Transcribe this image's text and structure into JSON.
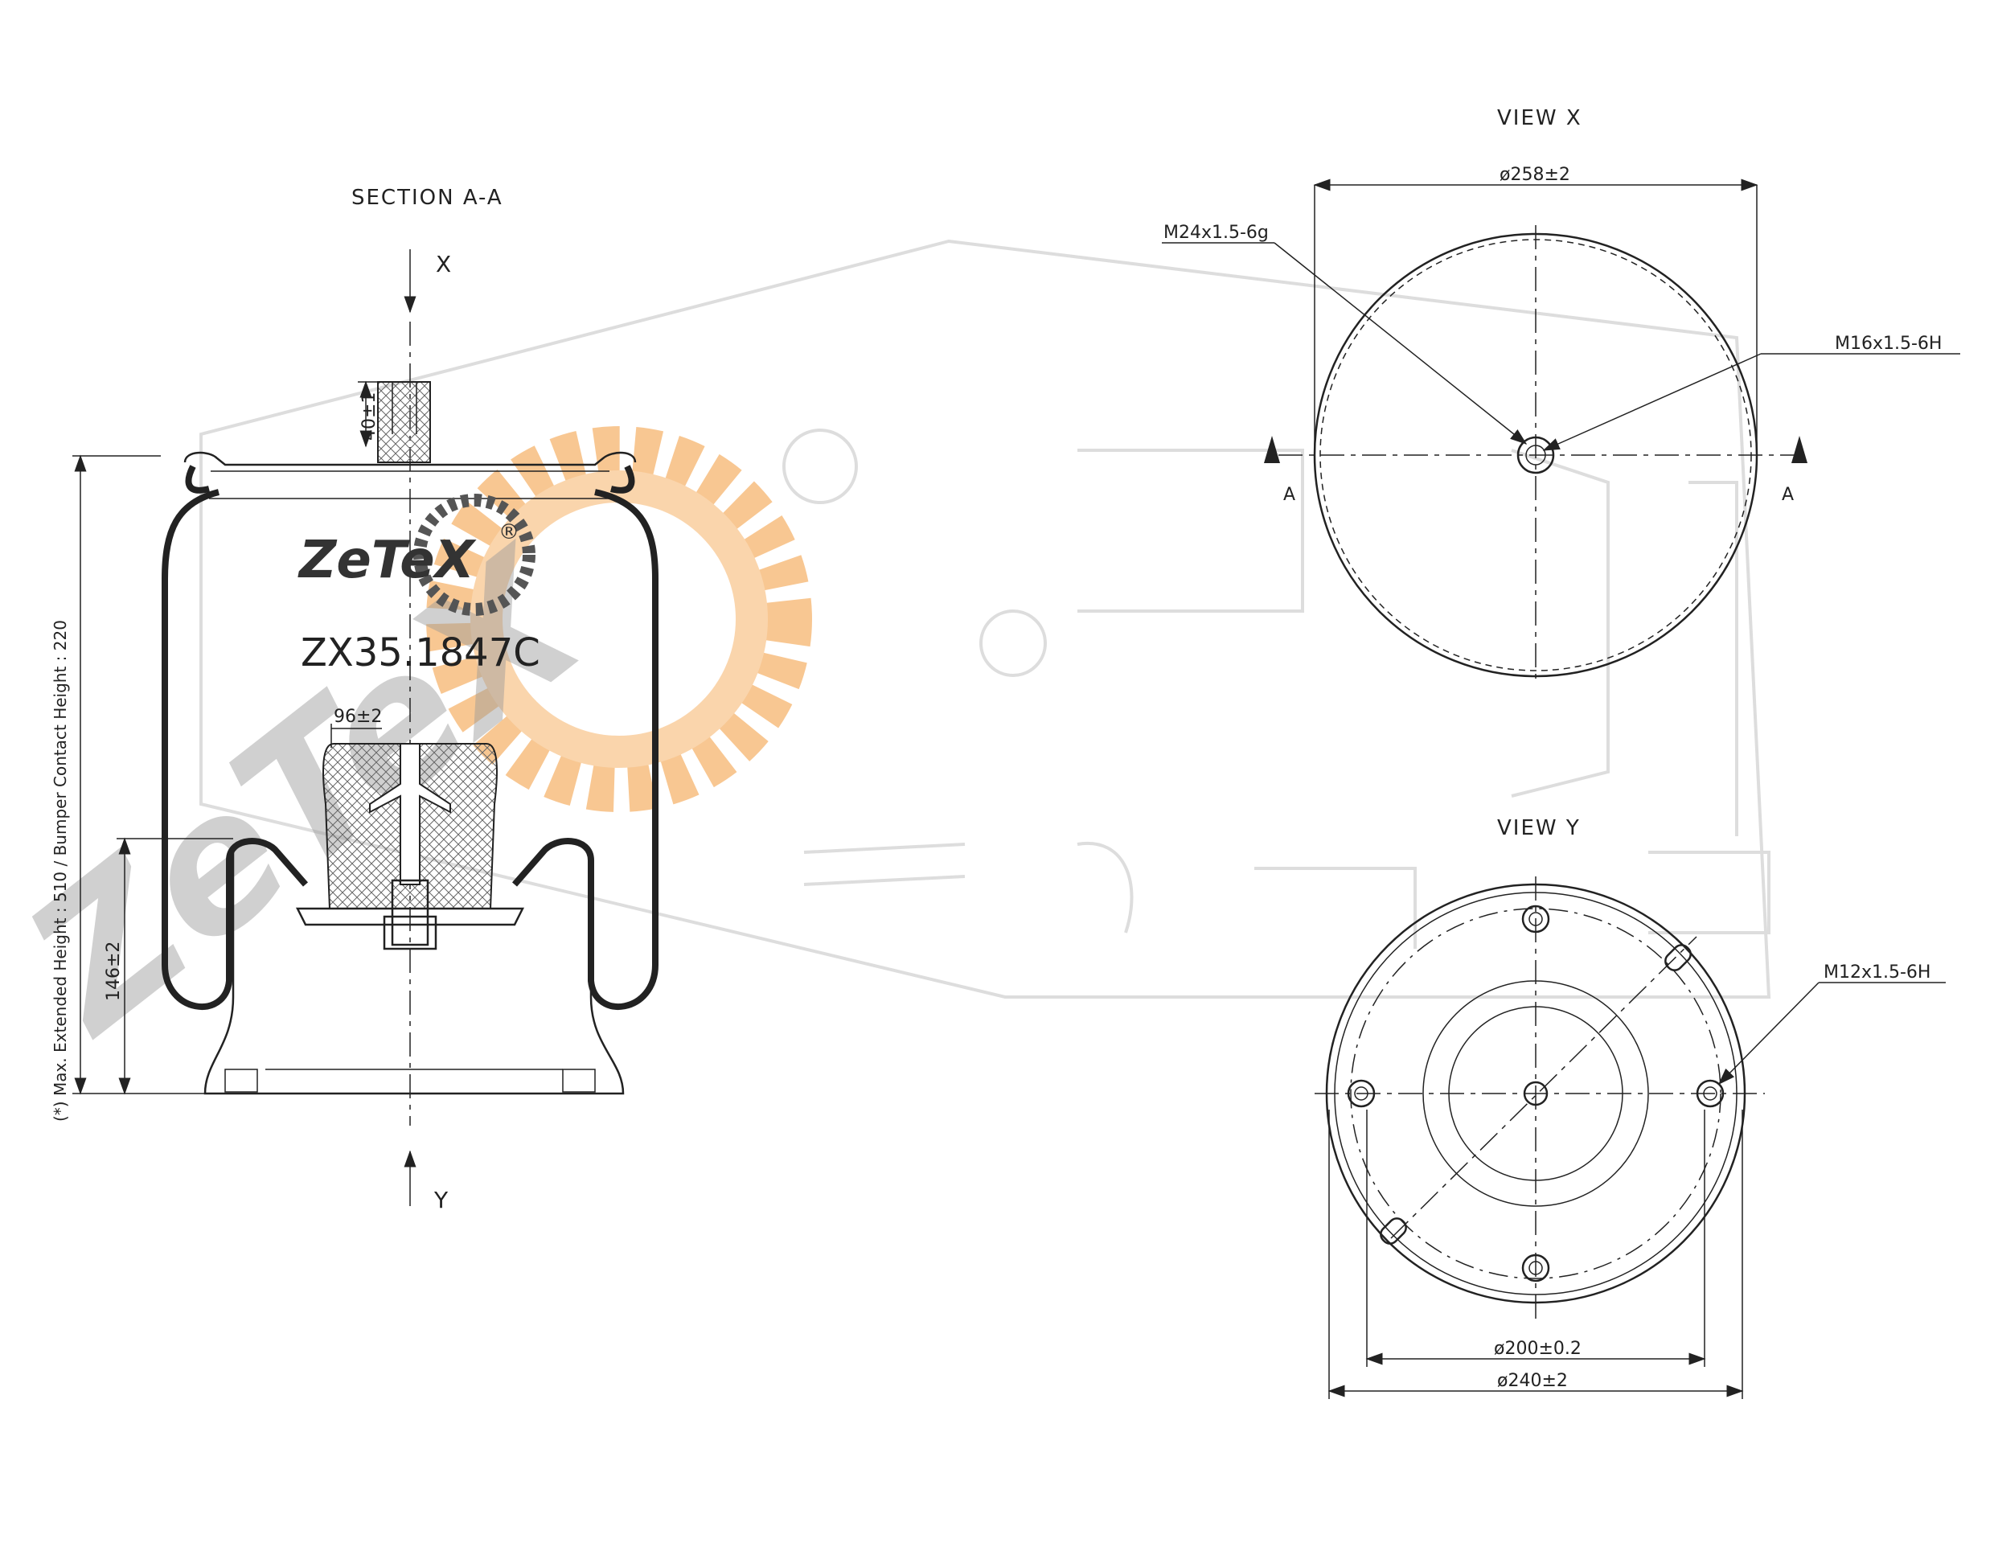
{
  "section_aa": {
    "title": "SECTION A-A",
    "view_arrow_top": "X",
    "view_arrow_bottom": "Y",
    "dim_stud_height": "40±1",
    "dim_bumper_width": "96±2",
    "dim_piston_height": "146±2",
    "dim_vertical_note": "(*) Max. Extended Height : 510 / Bumper Contact Height : 220"
  },
  "brand": {
    "logo_text": "ZeTeX",
    "registered_mark": "®",
    "part_number": "ZX35.1847C",
    "watermark_text": "ZeTeX",
    "gear_color": "#f39a3a"
  },
  "view_x": {
    "title": "VIEW X",
    "dim_diameter": "ø258±2",
    "thread_1": "M24x1.5-6g",
    "thread_2": "M16x1.5-6H",
    "section_mark_left": "A",
    "section_mark_right": "A"
  },
  "view_y": {
    "title": "VIEW Y",
    "thread": "M12x1.5-6H",
    "dim_inner_diameter": "ø200±0.2",
    "dim_outer_diameter": "ø240±2"
  }
}
